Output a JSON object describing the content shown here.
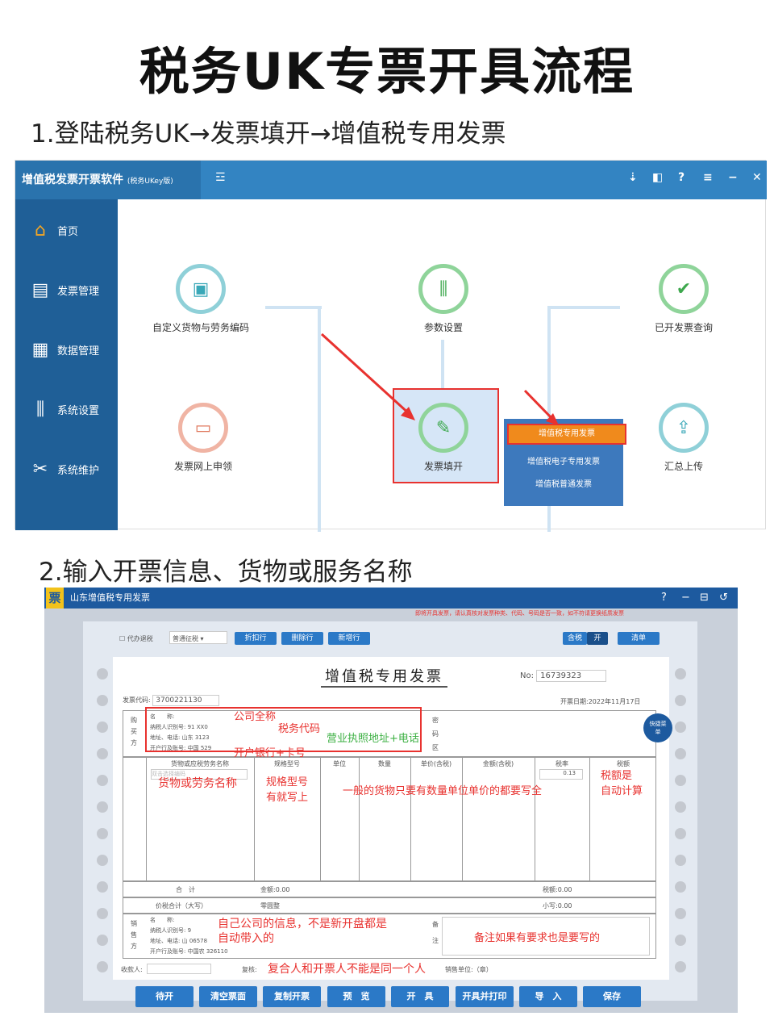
{
  "title": "税务UK专票开具流程",
  "step1": "1.登陆税务UK→发票填开→增值税专用发票",
  "step2": "2.输入开票信息、货物或服务名称",
  "app1": {
    "title": "增值税发票开票软件",
    "edition": "(税务UKey版)",
    "menu_icon": "☲",
    "controls": [
      "⇣",
      "◧",
      "?",
      "≡",
      "−",
      "✕"
    ],
    "sidebar": [
      {
        "label": "首页",
        "icon": "home"
      },
      {
        "label": "发票管理",
        "icon": "printer"
      },
      {
        "label": "数据管理",
        "icon": "data"
      },
      {
        "label": "系统设置",
        "icon": "sliders"
      },
      {
        "label": "系统维护",
        "icon": "wrench"
      }
    ],
    "functions": {
      "custom": "自定义货物与劳务编码",
      "params": "参数设置",
      "issued": "已开发票查询",
      "apply": "发票网上申领",
      "fill": "发票填开",
      "upload": "汇总上传"
    },
    "submenu": [
      "增值税专用发票",
      "增值税电子专用发票",
      "增值税普通发票"
    ]
  },
  "app2": {
    "title": "山东增值税专用发票",
    "logo": "票",
    "controls": [
      "?",
      "−",
      "⊟",
      "↺"
    ],
    "warning": "即将开具发票，请认真核对发票种类、代码、号码是否一致，如不符请更换纸质发票",
    "toolbar": {
      "agent_checkbox": "代办退税",
      "levy_type": "普通征税",
      "buttons": [
        "折扣行",
        "删除行",
        "新增行"
      ],
      "tax_incl": "含税",
      "tax_incl_state": "开",
      "list": "清单"
    },
    "invoice": {
      "heading": "增值税专用发票",
      "no_label": "No:",
      "no": "16739323",
      "code_label": "发票代码:",
      "code": "3700221130",
      "date": "开票日期:2022年11月17日",
      "buyer_label": "购买方",
      "buyer_fields": [
        "名　　称:",
        "纳税人识别号:",
        "地址、电话:",
        "开户行及账号:"
      ],
      "buyer_values": [
        "",
        "91          XX0",
        "山东                    3123",
        "中国                    529"
      ],
      "cipher_label": "密码区",
      "quick_menu": "快捷菜单",
      "columns": [
        "货物或应税劳务名称",
        "规格型号",
        "单位",
        "数量",
        "单价(含税)",
        "金额(含税)",
        "税率",
        "税额"
      ],
      "name_placeholder": "双击选择编码",
      "tax_rate": "0.13",
      "total_label": "合　计",
      "amount": "金额:0.00",
      "tax": "税额:0.00",
      "grand_label": "价税合计（大写）",
      "grand_upper": "零圆整",
      "grand_lower": "小写:0.00",
      "seller_label": "销售方",
      "seller_fields": [
        "名　　称:",
        "纳税人识别号:",
        "地址、电话:",
        "开户行及账号:"
      ],
      "seller_values": [
        "",
        "9",
        "山                 06578",
        "中国农               326110"
      ],
      "remark_label": "备注",
      "payee": "收款人:",
      "reviewer": "复核:",
      "seller_unit": "销售单位:（章）"
    },
    "annotations": {
      "company": "公司全称",
      "taxcode": "税务代码",
      "address": "营业执照地址+电话",
      "bank": "开户银行+卡号",
      "goods": "货物或劳务名称",
      "spec": "规格型号\n有就写上",
      "qty": "一般的货物只要有数量单位单价的都要写全",
      "taxamt": "税额是\n自动计算",
      "seller": "自己公司的信息，不是新开盘都是\n自动带入的",
      "remark": "备注如果有要求也是要写的",
      "review": "复合人和开票人不能是同一个人"
    },
    "bottom_buttons": [
      "待开",
      "清空票面",
      "复制开票",
      "预　览",
      "开　具",
      "开具并打印",
      "导　入",
      "保存"
    ]
  }
}
